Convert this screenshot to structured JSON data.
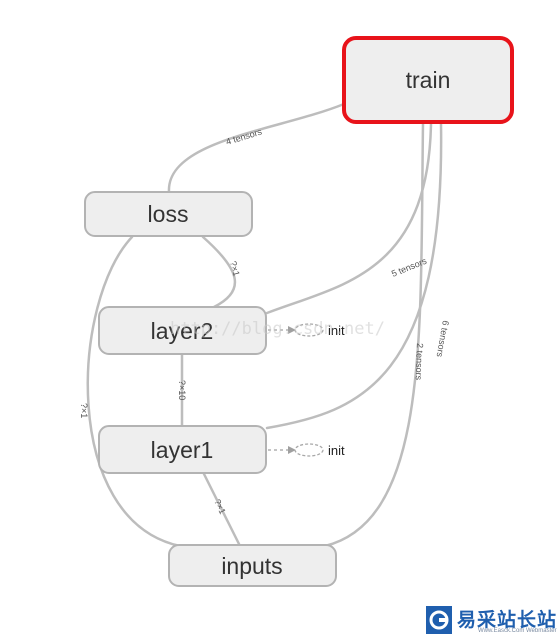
{
  "nodes": {
    "train": "train",
    "loss": "loss",
    "layer2": "layer2",
    "layer1": "layer1",
    "inputs": "inputs"
  },
  "aux_nodes": {
    "layer2_init": "init",
    "layer1_init": "init"
  },
  "edge_labels": {
    "loss_to_train": "4 tensors",
    "loss_to_layer2": "?×1",
    "layer2_to_train": "5 tensors",
    "layer1_to_layer2": "?×10",
    "inputs_to_loss": "?×1",
    "inputs_to_train": "2 tensors",
    "layer1_to_train": "6 tensors",
    "inputs_to_layer1": "?×1"
  },
  "selected_node": "train",
  "colors": {
    "selected_outline": "#e8131a",
    "node_fill": "#eeeeee",
    "edge": "#bdbdbd",
    "logo_blue": "#1f5fae"
  },
  "watermark": {
    "url_text": "http://blog.csdn.net/",
    "logo_text": "易采站长站",
    "logo_subtext": "Www.Easck.Com Webmaster"
  }
}
